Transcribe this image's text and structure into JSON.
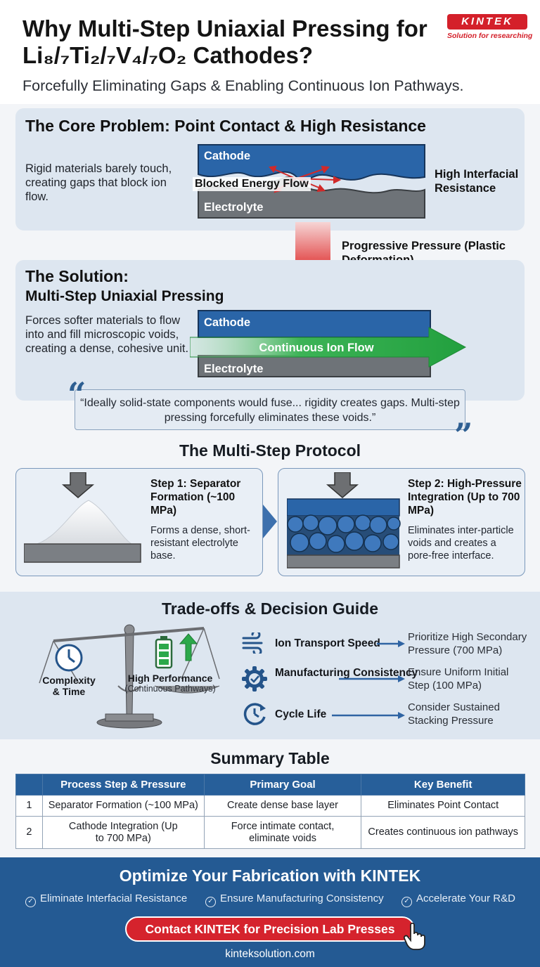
{
  "header": {
    "title": "Why Multi-Step Uniaxial Pressing for Li₈/₇Ti₂/₇V₄/₇O₂ Cathodes?",
    "subtitle": "Forcefully Eliminating Gaps & Enabling Continuous Ion Pathways.",
    "logo": {
      "name": "KINTEK",
      "tagline": "Solution for researching"
    }
  },
  "colors": {
    "brand_red": "#d4202a",
    "brand_blue": "#245a93",
    "panel": "#dde6f0",
    "layer_blue": "#2a65a8",
    "layer_gray": "#6e7378",
    "ion_green": "#2ca84a"
  },
  "core_problem": {
    "title": "The Core Problem: Point Contact & High Resistance",
    "description": "Rigid materials barely touch, creating gaps that block ion flow.",
    "cathode_label": "Cathode",
    "electrolyte_label": "Electrolyte",
    "flow_label": "Blocked Energy Flow",
    "resistance_label": "High Interfacial Resistance"
  },
  "pressure_arrow": {
    "label": "Progressive Pressure (Plastic Deformation)"
  },
  "solution": {
    "title_line1": "The Solution:",
    "title_line2": "Multi-Step Uniaxial Pressing",
    "description": "Forces softer materials to flow into and fill microscopic voids, creating a dense, cohesive unit.",
    "cathode_label": "Cathode",
    "electrolyte_label": "Electrolyte",
    "flow_label": "Continuous Ion Flow"
  },
  "quote": {
    "text": "“Ideally solid-state components would fuse... rigidity creates gaps. Multi-step pressing forcefully eliminates these voids.”"
  },
  "protocol": {
    "title": "The Multi-Step Protocol",
    "steps": [
      {
        "title": "Step 1: Separator Formation (~100 MPa)",
        "description": "Forms a dense, short-resistant electrolyte base."
      },
      {
        "title": "Step 2: High-Pressure Integration (Up to 700 MPa)",
        "description": "Eliminates inter-particle voids and creates a pore-free interface."
      }
    ]
  },
  "tradeoffs": {
    "title": "Trade-offs & Decision Guide",
    "scale_left": "Complexity & Time",
    "scale_right_title": "High Performance",
    "scale_right_sub": "(Continuous Pathways)",
    "rows": [
      {
        "icon": "wind-icon",
        "factor": "Ion Transport Speed",
        "action": "Prioritize High Secondary Pressure (700 MPa)"
      },
      {
        "icon": "gear-check-icon",
        "factor": "Manufacturing Consistency",
        "action": "Ensure Uniform Initial Step (100 MPa)"
      },
      {
        "icon": "cycle-clock-icon",
        "factor": "Cycle Life",
        "action": "Consider Sustained Stacking Pressure"
      }
    ]
  },
  "summary": {
    "title": "Summary Table",
    "headers": [
      "",
      "Process Step & Pressure",
      "Primary Goal",
      "Key Benefit"
    ],
    "rows": [
      [
        "1",
        "Separator Formation (~100 MPa)",
        "Create dense base layer",
        "Eliminates Point Contact"
      ],
      [
        "2",
        "Cathode Integration (Up to 700 MPa)",
        "Force intimate contact, eliminate voids",
        "Creates continuous ion pathways"
      ]
    ]
  },
  "footer": {
    "title": "Optimize Your Fabrication with KINTEK",
    "benefits": [
      "Eliminate Interfacial Resistance",
      "Ensure Manufacturing Consistency",
      "Accelerate Your R&D"
    ],
    "cta": "Contact KINTEK for Precision Lab Presses",
    "url": "kinteksolution.com"
  }
}
